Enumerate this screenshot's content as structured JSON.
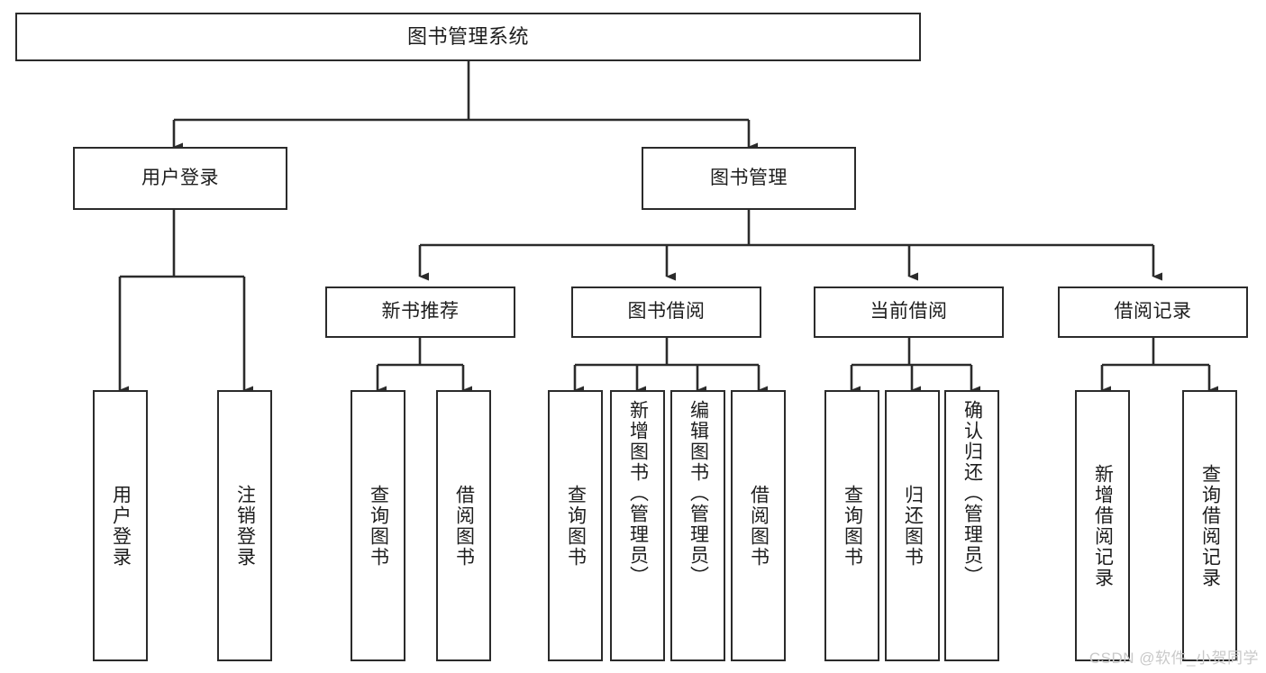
{
  "diagram": {
    "title": "图书管理系统",
    "watermark": "CSDN @软件_小贺同学",
    "colors": {
      "box_border": "#2b2b2b",
      "box_fill": "#ffffff",
      "edge": "#2b2b2b",
      "text": "#1d1d1d",
      "watermark": "#c9c9c9",
      "background": "#ffffff"
    },
    "root": {
      "label": "图书管理系统"
    },
    "level2": [
      {
        "id": "user-login",
        "label": "用户登录"
      },
      {
        "id": "book-manage",
        "label": "图书管理"
      }
    ],
    "level3": [
      {
        "id": "new-book-recommend",
        "label": "新书推荐"
      },
      {
        "id": "book-borrow",
        "label": "图书借阅"
      },
      {
        "id": "current-borrow",
        "label": "当前借阅"
      },
      {
        "id": "borrow-record",
        "label": "借阅记录"
      }
    ],
    "leaves": {
      "user_login": [
        {
          "id": "leaf-user-login",
          "label": "用户登录"
        },
        {
          "id": "leaf-logout-login",
          "label": "注销登录"
        }
      ],
      "new_book_recommend": [
        {
          "id": "leaf-query-book-1",
          "label": "查询图书"
        },
        {
          "id": "leaf-borrow-book-1",
          "label": "借阅图书"
        }
      ],
      "book_borrow": [
        {
          "id": "leaf-query-book-2",
          "label": "查询图书"
        },
        {
          "id": "leaf-add-book",
          "label": "新增图书（管理员）"
        },
        {
          "id": "leaf-edit-book",
          "label": "编辑图书（管理员）"
        },
        {
          "id": "leaf-borrow-book-2",
          "label": "借阅图书"
        }
      ],
      "current_borrow": [
        {
          "id": "leaf-query-book-3",
          "label": "查询图书"
        },
        {
          "id": "leaf-return-book",
          "label": "归还图书"
        },
        {
          "id": "leaf-confirm-return",
          "label": "确认归还（管理员）"
        }
      ],
      "borrow_record": [
        {
          "id": "leaf-add-record",
          "label": "新增借阅记录"
        },
        {
          "id": "leaf-query-record",
          "label": "查询借阅记录"
        }
      ]
    }
  }
}
